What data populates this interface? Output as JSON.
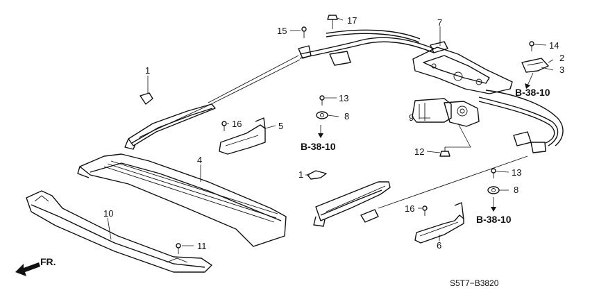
{
  "diagram": {
    "callouts": {
      "c1a": "1",
      "c1b": "1",
      "c2": "2",
      "c3": "3",
      "c4": "4",
      "c5": "5",
      "c6": "6",
      "c7": "7",
      "c8a": "8",
      "c8b": "8",
      "c9": "9",
      "c10": "10",
      "c11": "11",
      "c12": "12",
      "c13a": "13",
      "c13b": "13",
      "c14": "14",
      "c15": "15",
      "c16a": "16",
      "c16b": "16",
      "c17": "17"
    },
    "references": {
      "r1": "B-38-10",
      "r2": "B-38-10",
      "r3": "B-38-10"
    },
    "direction_label": "FR.",
    "drawing_code": "S5T7−B3820"
  }
}
